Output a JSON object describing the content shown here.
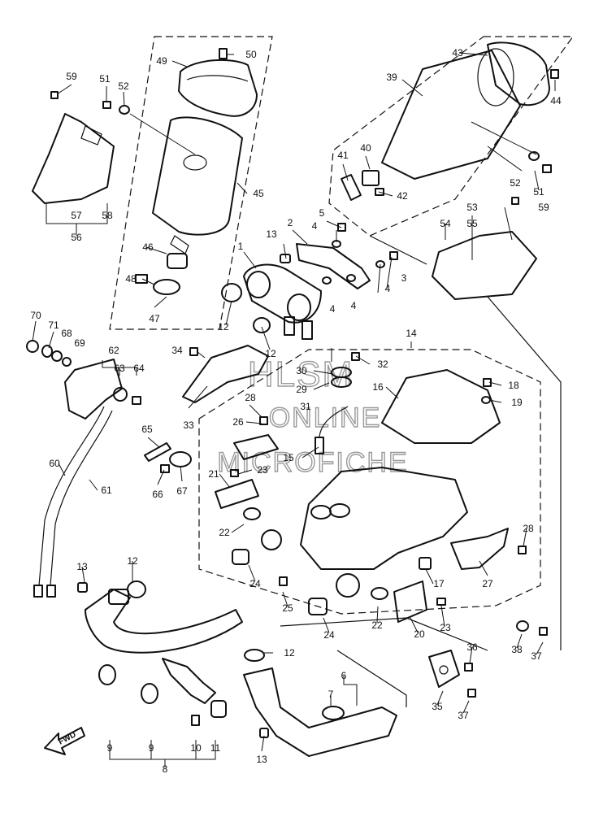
{
  "watermark": {
    "line1": "HLSM",
    "line2": "ONLINE",
    "line3": "MICROFICHE"
  },
  "fwd_label": "FWD",
  "callouts": [
    {
      "id": "c50",
      "text": "50"
    },
    {
      "id": "c49",
      "text": "49"
    },
    {
      "id": "c59a",
      "text": "59"
    },
    {
      "id": "c51a",
      "text": "51"
    },
    {
      "id": "c52a",
      "text": "52"
    },
    {
      "id": "c45",
      "text": "45"
    },
    {
      "id": "c57",
      "text": "57"
    },
    {
      "id": "c58",
      "text": "58"
    },
    {
      "id": "c56",
      "text": "56"
    },
    {
      "id": "c46",
      "text": "46"
    },
    {
      "id": "c48",
      "text": "48"
    },
    {
      "id": "c47",
      "text": "47"
    },
    {
      "id": "c43",
      "text": "43"
    },
    {
      "id": "c39",
      "text": "39"
    },
    {
      "id": "c44",
      "text": "44"
    },
    {
      "id": "c41",
      "text": "41"
    },
    {
      "id": "c40",
      "text": "40"
    },
    {
      "id": "c42",
      "text": "42"
    },
    {
      "id": "c52b",
      "text": "52"
    },
    {
      "id": "c51b",
      "text": "51"
    },
    {
      "id": "c59b",
      "text": "59"
    },
    {
      "id": "c53",
      "text": "53"
    },
    {
      "id": "c54",
      "text": "54"
    },
    {
      "id": "c55",
      "text": "55"
    },
    {
      "id": "c5",
      "text": "5"
    },
    {
      "id": "c2",
      "text": "2"
    },
    {
      "id": "c4a",
      "text": "4"
    },
    {
      "id": "c13a",
      "text": "13"
    },
    {
      "id": "c1",
      "text": "1"
    },
    {
      "id": "c4b",
      "text": "4"
    },
    {
      "id": "c4c",
      "text": "4"
    },
    {
      "id": "c4d",
      "text": "4"
    },
    {
      "id": "c3",
      "text": "3"
    },
    {
      "id": "c12a",
      "text": "12"
    },
    {
      "id": "c12b",
      "text": "12"
    },
    {
      "id": "c70",
      "text": "70"
    },
    {
      "id": "c71",
      "text": "71"
    },
    {
      "id": "c68",
      "text": "68"
    },
    {
      "id": "c69",
      "text": "69"
    },
    {
      "id": "c62",
      "text": "62"
    },
    {
      "id": "c63",
      "text": "63"
    },
    {
      "id": "c64",
      "text": "64"
    },
    {
      "id": "c34",
      "text": "34"
    },
    {
      "id": "c14",
      "text": "14"
    },
    {
      "id": "c32",
      "text": "32"
    },
    {
      "id": "c30",
      "text": "30"
    },
    {
      "id": "c29",
      "text": "29"
    },
    {
      "id": "c31",
      "text": "31"
    },
    {
      "id": "c16",
      "text": "16"
    },
    {
      "id": "c18",
      "text": "18"
    },
    {
      "id": "c19",
      "text": "19"
    },
    {
      "id": "c28a",
      "text": "28"
    },
    {
      "id": "c26",
      "text": "26"
    },
    {
      "id": "c33",
      "text": "33"
    },
    {
      "id": "c65",
      "text": "65"
    },
    {
      "id": "c15",
      "text": "15"
    },
    {
      "id": "c21",
      "text": "21"
    },
    {
      "id": "c23a",
      "text": "23"
    },
    {
      "id": "c60",
      "text": "60"
    },
    {
      "id": "c61",
      "text": "61"
    },
    {
      "id": "c66",
      "text": "66"
    },
    {
      "id": "c67",
      "text": "67"
    },
    {
      "id": "c22a",
      "text": "22"
    },
    {
      "id": "c28b",
      "text": "28"
    },
    {
      "id": "c27",
      "text": "27"
    },
    {
      "id": "c24a",
      "text": "24"
    },
    {
      "id": "c25",
      "text": "25"
    },
    {
      "id": "c17",
      "text": "17"
    },
    {
      "id": "c13b",
      "text": "13"
    },
    {
      "id": "c12c",
      "text": "12"
    },
    {
      "id": "c22b",
      "text": "22"
    },
    {
      "id": "c23b",
      "text": "23"
    },
    {
      "id": "c24b",
      "text": "24"
    },
    {
      "id": "c20",
      "text": "20"
    },
    {
      "id": "c38",
      "text": "38"
    },
    {
      "id": "c37a",
      "text": "37"
    },
    {
      "id": "c12d",
      "text": "12"
    },
    {
      "id": "c36",
      "text": "36"
    },
    {
      "id": "c6",
      "text": "6"
    },
    {
      "id": "c7",
      "text": "7"
    },
    {
      "id": "c35",
      "text": "35"
    },
    {
      "id": "c37b",
      "text": "37"
    },
    {
      "id": "c9a",
      "text": "9"
    },
    {
      "id": "c9b",
      "text": "9"
    },
    {
      "id": "c10",
      "text": "10"
    },
    {
      "id": "c11",
      "text": "11"
    },
    {
      "id": "c13c",
      "text": "13"
    },
    {
      "id": "c8",
      "text": "8"
    }
  ]
}
